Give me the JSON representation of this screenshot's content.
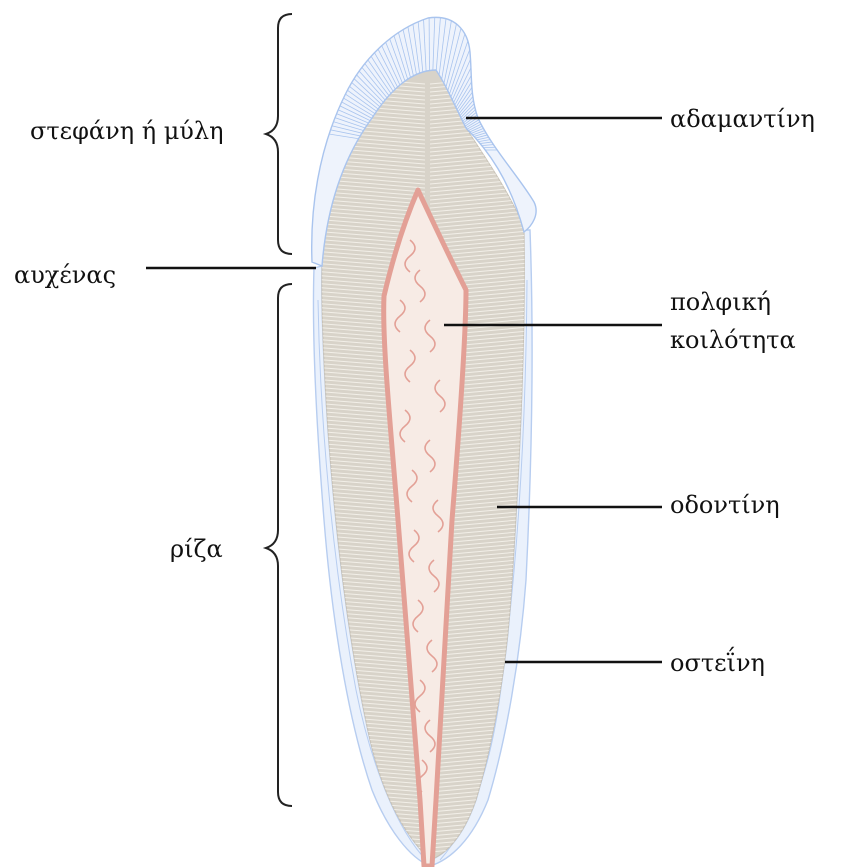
{
  "labels": {
    "crown": "στεφάνη ή μύλη",
    "neck": "αυχένας",
    "root": "ρίζα",
    "enamel": "αδαμαντίνη",
    "pulp_line1": "πολφική",
    "pulp_line2": "κοιλότητα",
    "dentin": "οδοντίνη",
    "cementum": "οστεΐνη"
  },
  "colors": {
    "enamel": "#a9c4ee",
    "dentin": "#d8d3c9",
    "dentin_lines": "#f2efe8",
    "pulp_wall": "#e3a096",
    "pulp_fill": "#f7ebe5",
    "cementum": "#b7cdf0",
    "leader": "#111111",
    "bracket": "#222222"
  }
}
